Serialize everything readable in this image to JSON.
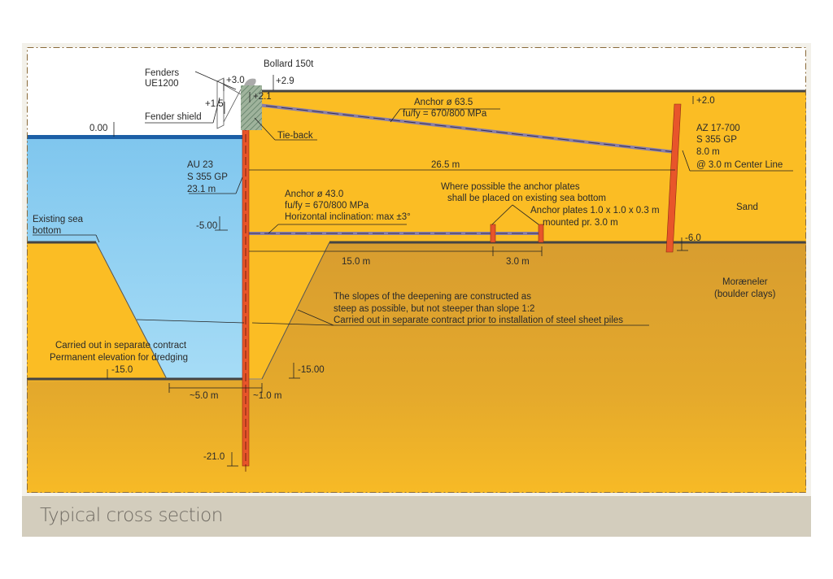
{
  "caption": "Typical cross section",
  "colors": {
    "sand": "#fbbd24",
    "moraine": "#d9a02e",
    "water": "#93d2f3",
    "water_line": "#1c5fa6",
    "pile": "#e8552a",
    "anchor": "#8a7fa8"
  },
  "labels": {
    "fenders": "Fenders",
    "fenders_type": "UE1200",
    "bollard": "Bollard 150t",
    "lvl_p30": "+3.0",
    "lvl_p29": "+2.9",
    "lvl_p21": "+2.1",
    "lvl_p15": "+1.5",
    "fender_shield": "Fender shield",
    "lvl_000": "0.00",
    "tie_back": "Tie-back",
    "anchor_upper": "Anchor ø 63.5",
    "anchor_upper_strength": "fu/fy = 670/800 MPa",
    "lvl_p20": "+2.0",
    "az_1": "AZ 17-700",
    "az_2": "S 355 GP",
    "az_3": "8.0 m",
    "az_4": "@ 3.0 m Center Line",
    "au_1": "AU 23",
    "au_2": "S 355 GP",
    "au_3": "23.1 m",
    "dim_265": "26.5 m",
    "anchor_lower": "Anchor ø 43.0",
    "anchor_lower_strength": "fu/fy = 670/800 MPa",
    "anchor_lower_incl": "Horizontal inclination: max ±3°",
    "plates_note_1": "Where possible the anchor plates",
    "plates_note_2": "shall be placed on existing sea bottom",
    "plates_1": "Anchor plates 1.0 x 1.0 x 0.3 m",
    "plates_2": "mounted pr. 3.0 m",
    "sand": "Sand",
    "existing_1": "Existing sea",
    "existing_2": "bottom",
    "lvl_m500": "-5.00",
    "lvl_m60": "-6.0",
    "dim_150": "15.0 m",
    "dim_30": "3.0 m",
    "moraine_1": "Moræneler",
    "moraine_2": "(boulder clays)",
    "slope_1": "The slopes of the deepening are constructed as",
    "slope_2": "steep as possible, but not steeper than slope 1:2",
    "slope_3": "Carried out in separate contract prior to installation of steel sheet piles",
    "dredge_1": "Carried out in separate contract",
    "dredge_2": "Permanent elevation for dredging",
    "lvl_m150": "-15.0",
    "lvl_m1500": "-15.00",
    "dim_50": "~5.0 m",
    "dim_10": "~1.0 m",
    "lvl_m210": "-21.0"
  }
}
